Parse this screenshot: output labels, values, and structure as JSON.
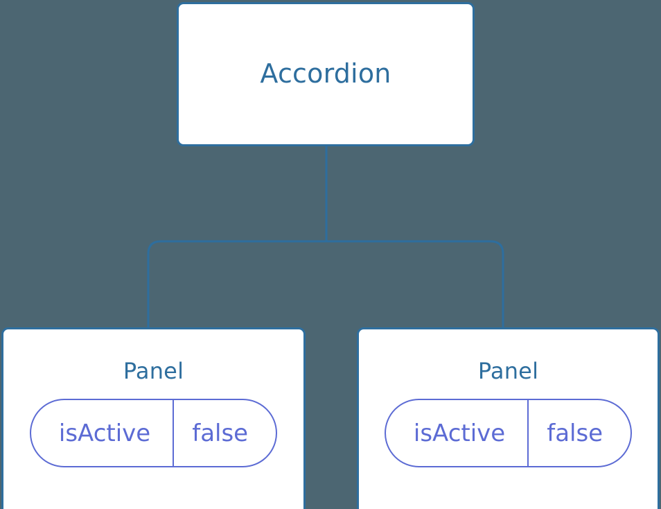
{
  "diagram": {
    "kind": "component-tree",
    "background_color": "#4c6672",
    "node_border_color": "#2e6e9e",
    "node_fill_color": "#ffffff",
    "node_label_color": "#2e6e9e",
    "edge_color": "#2e6e9e",
    "pill_color": "#5c6bd4",
    "root": {
      "label": "Accordion"
    },
    "children": [
      {
        "label": "Panel",
        "state": {
          "key": "isActive",
          "value": "false"
        }
      },
      {
        "label": "Panel",
        "state": {
          "key": "isActive",
          "value": "false"
        }
      }
    ]
  }
}
